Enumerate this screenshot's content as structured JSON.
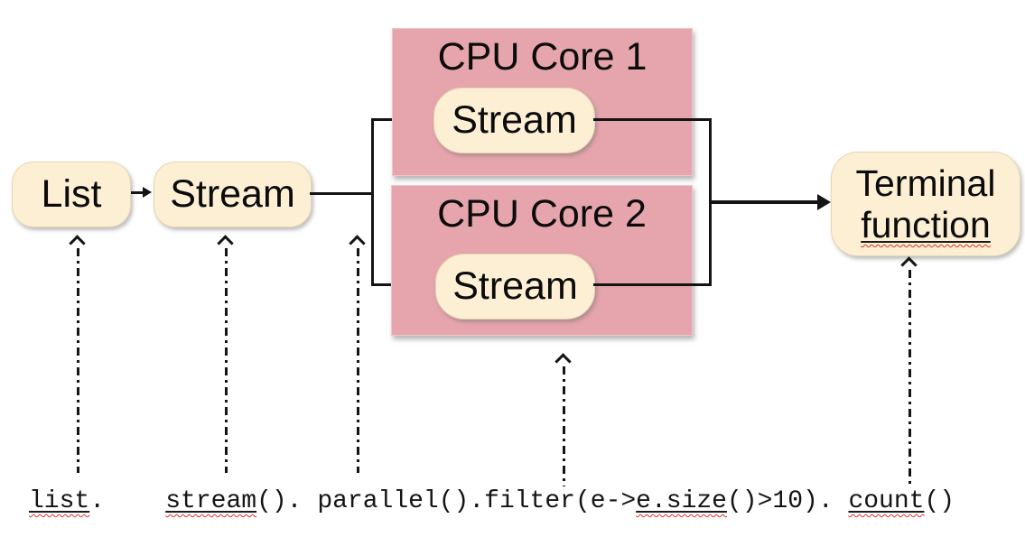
{
  "diagram": {
    "nodes": {
      "list": {
        "label": "List"
      },
      "stream": {
        "label": "Stream"
      },
      "cpu_core_1": {
        "title": "CPU Core 1",
        "stream_label": "Stream"
      },
      "cpu_core_2": {
        "title": "CPU Core 2",
        "stream_label": "Stream"
      },
      "terminal": {
        "line1": "Terminal",
        "line2": "function"
      }
    },
    "colors": {
      "node_fill": "#FCEFD4",
      "core_fill": "#E6A5AC",
      "line": "#141414",
      "squiggle_red": "#D93025",
      "background": "#FFFFFF"
    },
    "annotation_arrows": [
      "list",
      "stream()",
      "parallel()",
      "filter(...)",
      "count()"
    ]
  },
  "code": {
    "full_text": "list.    stream(). parallel().filter(e->e.size()>10). count()",
    "segments": [
      {
        "text": "list",
        "misspelled": true
      },
      {
        "text": ".",
        "misspelled": false
      },
      {
        "text": "    ",
        "misspelled": false
      },
      {
        "text": "stream",
        "misspelled": true
      },
      {
        "text": "().",
        "misspelled": false
      },
      {
        "text": " ",
        "misspelled": false
      },
      {
        "text": "parallel().filter(e->",
        "misspelled": false
      },
      {
        "text": "e.size",
        "misspelled": true
      },
      {
        "text": "()>10).",
        "misspelled": false
      },
      {
        "text": " ",
        "misspelled": false
      },
      {
        "text": "count",
        "misspelled": true
      },
      {
        "text": "()",
        "misspelled": false
      }
    ]
  }
}
